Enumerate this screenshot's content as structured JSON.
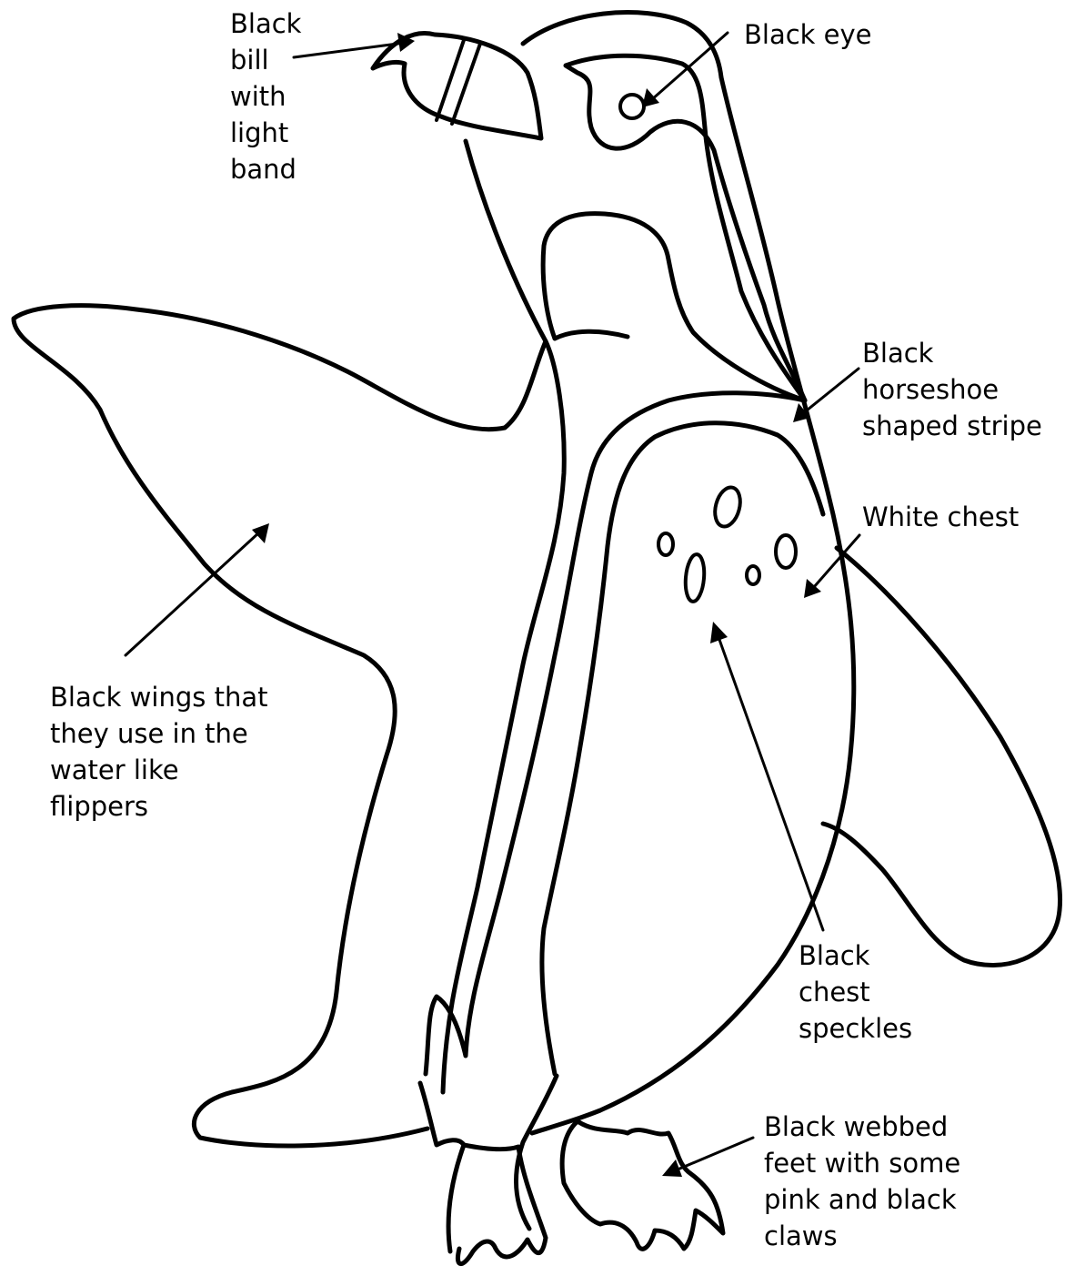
{
  "diagram": {
    "subject": "Penguin line drawing",
    "labels": {
      "bill": "Black\nbill\nwith\nlight\nband",
      "eye": "Black eye",
      "horseshoe": "Black\nhorseshoe\nshaped stripe",
      "chest": "White chest",
      "wings": "Black wings that\nthey use in the\nwater like\nflippers",
      "speckles": "Black\nchest\nspeckles",
      "feet": "Black webbed\nfeet with some\npink and black\nclaws"
    },
    "colors": {
      "ink": "#000000",
      "paper": "#ffffff"
    }
  }
}
